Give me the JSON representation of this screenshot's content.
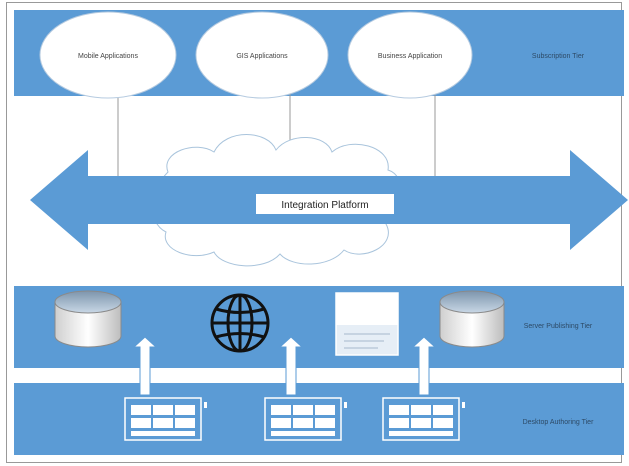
{
  "subscription_tier": {
    "label": "Subscription Tier",
    "apps": [
      "Mobile Applications",
      "GIS Applications",
      "Business Application"
    ]
  },
  "integration": {
    "label": "Integration Platform"
  },
  "server_tier": {
    "label": "Server Publishing Tier"
  },
  "desktop_tier": {
    "label": "Desktop Authoring Tier"
  },
  "colors": {
    "band": "#5b9bd5",
    "band_dark": "#4a86be",
    "white": "#ffffff",
    "cloud_stroke": "#a9c4dc",
    "outline": "#666666"
  },
  "icons": [
    "database-icon",
    "globe-icon",
    "document-icon",
    "database-icon",
    "table-icon",
    "table-icon",
    "table-icon",
    "up-arrow-icon"
  ]
}
